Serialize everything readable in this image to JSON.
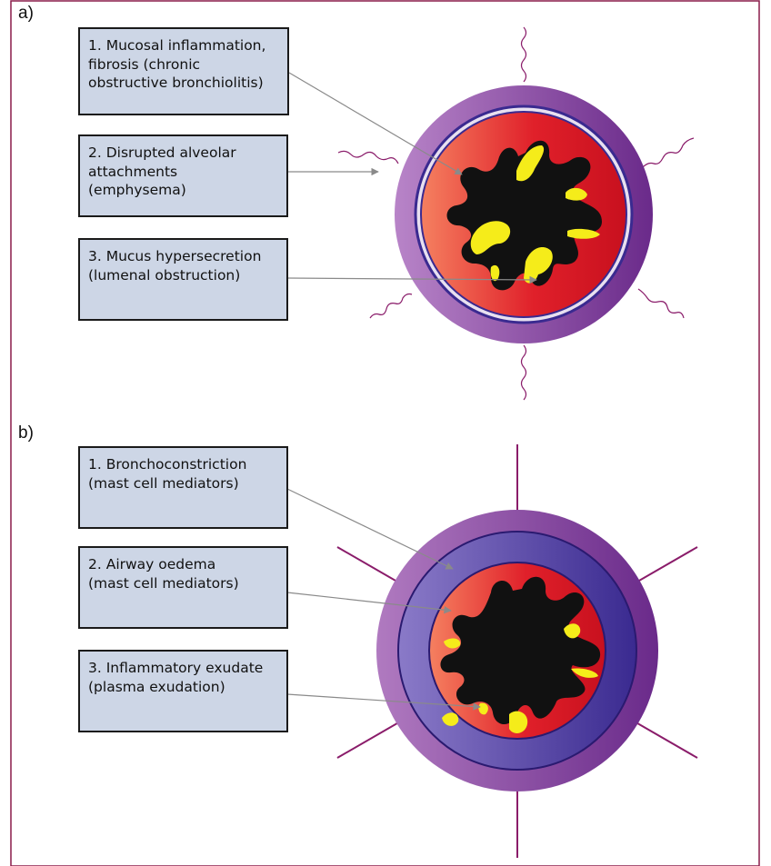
{
  "panels": [
    {
      "label": "a)",
      "boxes": [
        "1. Mucosal inflammation,\nfibrosis (chronic\nobstructive bronchiolitis)",
        "2. Disrupted alveolar\nattachments\n(emphysema)",
        "3. Mucus hypersecretion\n(lumenal obstruction)"
      ]
    },
    {
      "label": "b)",
      "boxes": [
        "1. Bronchoconstriction\n(mast cell mediators)",
        "2. Airway oedema\n(mast cell mediators)",
        "3. Inflammatory exudate\n(plasma exudation)"
      ]
    }
  ],
  "colors": {
    "frame": "#8a1c4a",
    "box_fill": "#cdd6e6",
    "outer_ring": "#7a3a98",
    "inner_ring_a": "#4c3a9a",
    "inner_ring_b": "#5a4aa6",
    "tissue_light": "#f26a4a",
    "tissue_dark": "#d4142a",
    "lumen": "#111111",
    "mucus": "#f5ec1a",
    "strands": "#8a1c6a",
    "arrows": "#8a8a8a"
  }
}
